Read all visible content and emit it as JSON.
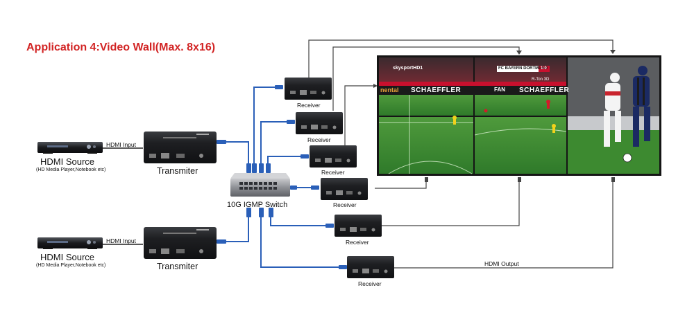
{
  "title": "Application 4:Video Wall(Max. 8x16)",
  "sources": [
    {
      "label": "HDMI Source",
      "sub": "(HD Media Player,Notebook etc)",
      "input_label": "HDMI Input"
    },
    {
      "label": "HDMI Source",
      "sub": "(HD Media Player,Notebook etc)",
      "input_label": "HDMI Input"
    }
  ],
  "transmitters": [
    {
      "label": "Transmiter"
    },
    {
      "label": "Transmiter"
    }
  ],
  "switch": {
    "label": "10G IGMP Switch"
  },
  "receivers": [
    {
      "label": "Receiver"
    },
    {
      "label": "Receiver"
    },
    {
      "label": "Receiver"
    },
    {
      "label": "Receiver"
    },
    {
      "label": "Receiver"
    },
    {
      "label": "Receiver"
    }
  ],
  "output": {
    "label": "HDMI Output"
  },
  "video_wall": {
    "channel_logo": "skysportHD1",
    "score_teams": "FC BAYERN   DORTMUND",
    "score": "1:0",
    "sponsor": "SCHAEFFLER",
    "sponsor_left": "nental",
    "sponsor_mid": "FAN",
    "overlay": "R-Ton 3D"
  },
  "colors": {
    "title": "#d22424",
    "cable_blue": "#2a5fb8",
    "line_gray": "#444444",
    "device_dark": "#1c1d20",
    "pitch_green": "#3f8a32"
  }
}
